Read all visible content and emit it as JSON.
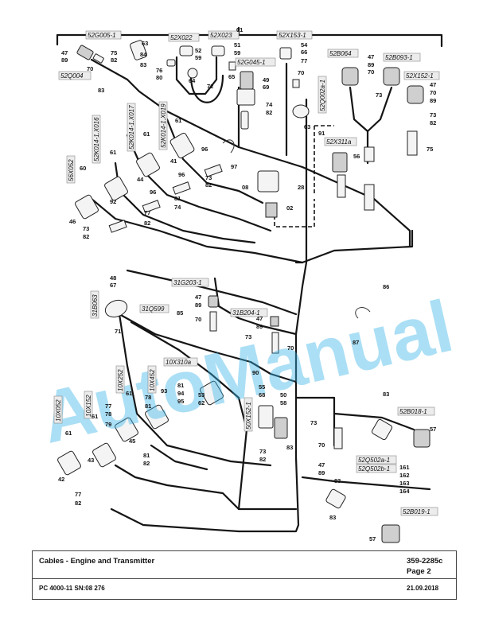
{
  "watermark": "AutoManual",
  "title_block": {
    "title": "Cables - Engine and Transmitter",
    "doc_number": "359-2285c",
    "page": "Page 2",
    "machine": "PC 4000-11 SN:08 276",
    "date": "21.09.2018"
  },
  "connector_tags": [
    "52G005-1",
    "52X022",
    "52X023",
    "52X153-1",
    "52G045-1",
    "52Q004",
    "52B064",
    "52B093-1",
    "52X152-1",
    "52Q002a-1",
    "52X311a",
    "52K014-1.X017",
    "52K014-1.X019",
    "52K014-1.X016",
    "56X052",
    "31G203-1",
    "31B063",
    "31Q599",
    "31B204-1",
    "10X310a",
    "10X252",
    "10X452",
    "10X152",
    "10X052",
    "50X152-1",
    "52B018-1",
    "52Q502a-1",
    "52Q502b-1",
    "52B019-1"
  ],
  "part_numbers": [
    "01",
    "63",
    "84",
    "83",
    "47",
    "89",
    "75",
    "82",
    "70",
    "83",
    "76",
    "80",
    "64",
    "52",
    "59",
    "72",
    "51",
    "59",
    "65",
    "54",
    "66",
    "77",
    "70",
    "49",
    "69",
    "74",
    "82",
    "63",
    "91",
    "47",
    "89",
    "70",
    "73",
    "47",
    "70",
    "89",
    "73",
    "82",
    "75",
    "56",
    "08",
    "28",
    "02",
    "61",
    "41",
    "96",
    "97",
    "73",
    "82",
    "96",
    "81",
    "74",
    "61",
    "44",
    "96",
    "77",
    "82",
    "61",
    "92",
    "60",
    "46",
    "73",
    "82",
    "48",
    "67",
    "71",
    "85",
    "47",
    "89",
    "70",
    "47",
    "89",
    "73",
    "70",
    "86",
    "87",
    "90",
    "81",
    "94",
    "95",
    "53",
    "62",
    "93",
    "78",
    "81",
    "55",
    "68",
    "50",
    "58",
    "61",
    "77",
    "78",
    "79",
    "45",
    "81",
    "82",
    "61",
    "43",
    "61",
    "42",
    "77",
    "82",
    "73",
    "83",
    "73",
    "82",
    "83",
    "70",
    "47",
    "89",
    "83",
    "57",
    "161",
    "162",
    "163",
    "164",
    "83",
    "57"
  ]
}
